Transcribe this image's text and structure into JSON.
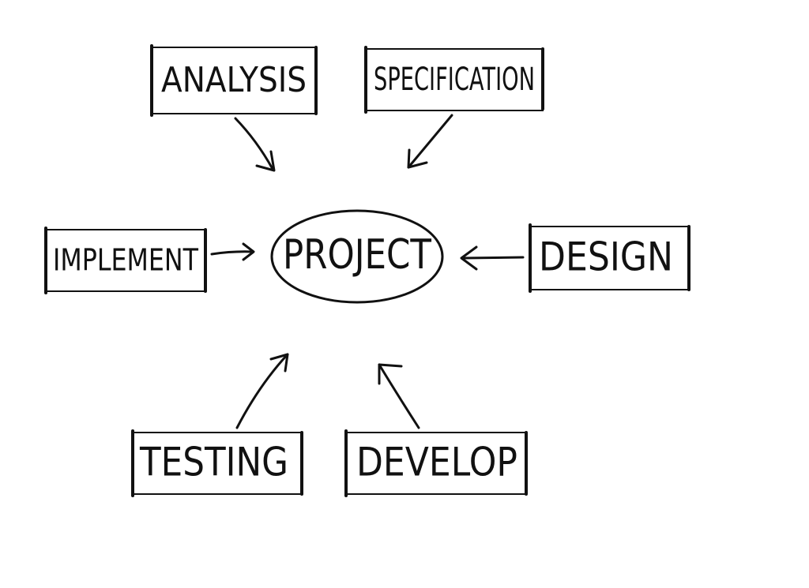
{
  "diagram": {
    "center": {
      "label": "PROJECT"
    },
    "nodes": {
      "analysis": {
        "label": "ANALYSIS"
      },
      "specification": {
        "label": "SPECIFICATION"
      },
      "implement": {
        "label": "IMPLEMENT"
      },
      "design": {
        "label": "DESIGN"
      },
      "testing": {
        "label": "TESTING"
      },
      "develop": {
        "label": "DEVELOP"
      }
    },
    "edges": [
      {
        "from": "analysis",
        "to": "center"
      },
      {
        "from": "specification",
        "to": "center"
      },
      {
        "from": "implement",
        "to": "center"
      },
      {
        "from": "design",
        "to": "center"
      },
      {
        "from": "testing",
        "to": "center"
      },
      {
        "from": "develop",
        "to": "center"
      }
    ],
    "colors": {
      "ink": "#111111",
      "background": "#ffffff"
    }
  }
}
